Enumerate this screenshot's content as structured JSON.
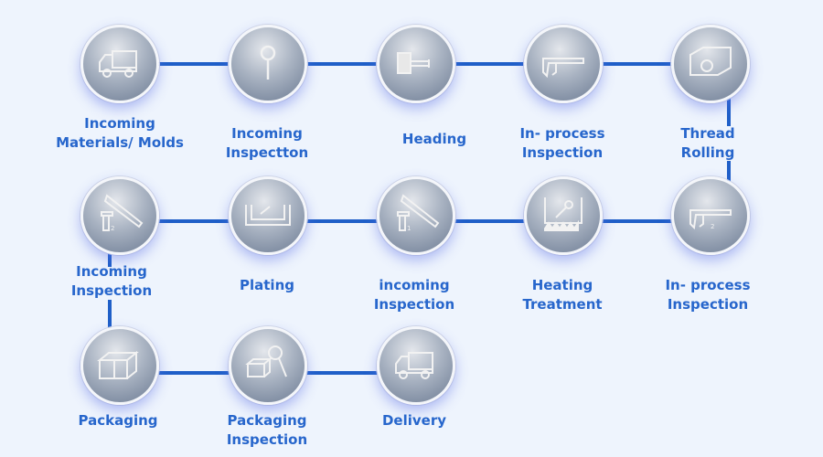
{
  "steps": [
    {
      "lines": [
        "Incoming",
        "Materials/ Molds"
      ],
      "icon": "truck-icon"
    },
    {
      "lines": [
        "Incoming",
        "Inspectton"
      ],
      "icon": "magnifier-icon"
    },
    {
      "lines": [
        "Heading"
      ],
      "icon": "heading-machine-icon"
    },
    {
      "lines": [
        "In- process",
        "Inspection"
      ],
      "icon": "caliper-icon"
    },
    {
      "lines": [
        "Thread",
        "Rolling"
      ],
      "icon": "thread-rolling-icon"
    },
    {
      "lines": [
        "In- process",
        "Inspection"
      ],
      "icon": "caliper-icon"
    },
    {
      "lines": [
        "Heating",
        "Treatment"
      ],
      "icon": "furnace-icon"
    },
    {
      "lines": [
        "incoming",
        "Inspection"
      ],
      "icon": "caliper-gauge-icon"
    },
    {
      "lines": [
        "Plating"
      ],
      "icon": "plating-tank-icon"
    },
    {
      "lines": [
        "Incoming",
        "Inspection"
      ],
      "icon": "caliper-gauge-icon"
    },
    {
      "lines": [
        "Packaging"
      ],
      "icon": "box-icon"
    },
    {
      "lines": [
        "Packaging",
        "Inspection"
      ],
      "icon": "box-magnifier-icon"
    },
    {
      "lines": [
        "Delivery"
      ],
      "icon": "truck-icon"
    }
  ],
  "colors": {
    "line": "#1f5fc8",
    "text": "#2766cc",
    "background": "#eef4fd"
  }
}
